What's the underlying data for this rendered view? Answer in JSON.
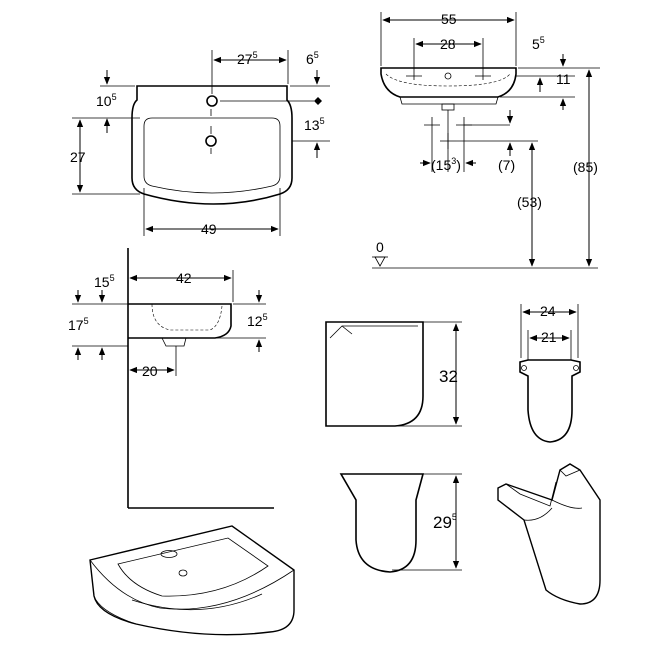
{
  "dimensions": {
    "top_width": "55",
    "top_holes": "28",
    "top_offset_main": "5",
    "top_offset_sup": "5",
    "top_height": "11",
    "side_height": "(85)",
    "side_waste": "(53)",
    "trap_depth": "(7)",
    "trap_spacing_main": "(15",
    "trap_spacing_sup": "3",
    "trap_spacing_close": ")",
    "floor_level": "0",
    "plan_tap_main": "27",
    "plan_tap_sup": "5",
    "plan_edge_main": "6",
    "plan_edge_sup": "5",
    "plan_front_main": "10",
    "plan_front_sup": "5",
    "plan_hole_main": "13",
    "plan_hole_sup": "5",
    "plan_depth": "27",
    "plan_width": "49",
    "wall_depth": "42",
    "wall_top_main": "15",
    "wall_top_sup": "5",
    "wall_right_main": "12",
    "wall_right_sup": "5",
    "wall_left_main": "17",
    "wall_left_sup": "5",
    "wall_waste": "20",
    "pedestal_height": "32",
    "pedestal_top": "24",
    "pedestal_inner": "21",
    "semi_height_main": "29",
    "semi_height_sup": "5"
  }
}
